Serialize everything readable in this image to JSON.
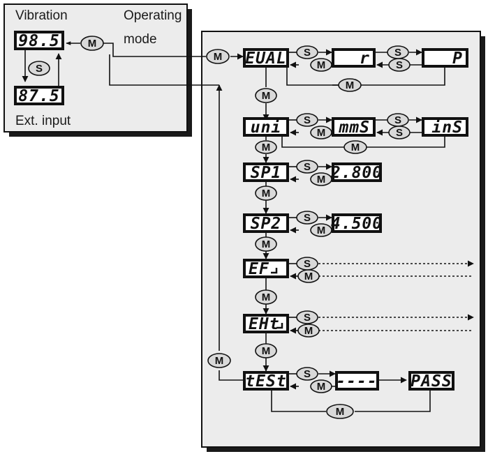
{
  "labels": {
    "vibration": "Vibration",
    "operating": "Operating",
    "mode": "mode",
    "ext_input": "Ext. input"
  },
  "displays": {
    "vib_value": "98.5",
    "ext_value": "87.5",
    "eval": "EUAL",
    "eval_r": "r",
    "eval_p": "P",
    "uni": "uni",
    "uni_mms": "mmS",
    "uni_ins": "inS",
    "sp1": "SP1",
    "sp1_value": "2.800",
    "sp2": "SP2",
    "sp2_value": "4.500",
    "ef": "EF",
    "eht": "EHt",
    "test": "tESt",
    "test_dashes": "----",
    "test_pass": "PASS"
  },
  "buttons": {
    "set": "S",
    "mode": "M"
  },
  "colors": {
    "panel": "#ececec",
    "shadow": "#1a1a1a",
    "line": "#111111",
    "button_fill": "#d9d9d9"
  }
}
